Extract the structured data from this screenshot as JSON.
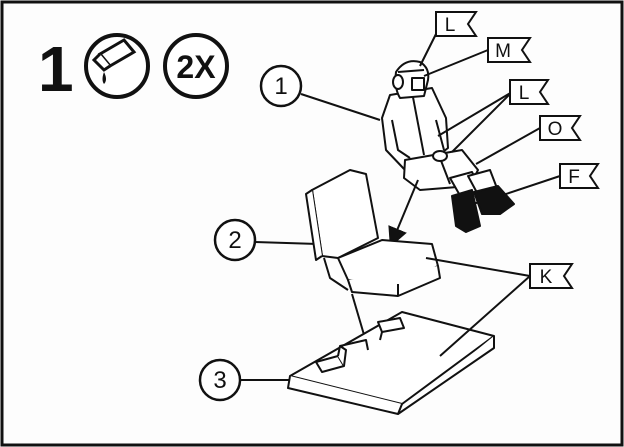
{
  "step": {
    "number": "1"
  },
  "quantity_badge": {
    "text": "2X"
  },
  "glue_icon": "glue-tube-icon",
  "parts": [
    {
      "number": "1"
    },
    {
      "number": "2"
    },
    {
      "number": "3"
    }
  ],
  "color_flags": {
    "helmet_top": "L",
    "helmet_visor": "M",
    "jacket": "L",
    "trousers": "O",
    "boots": "F",
    "seat_base": "K"
  },
  "colors": {
    "ink": "#111111",
    "paper": "#fdfdfd"
  }
}
